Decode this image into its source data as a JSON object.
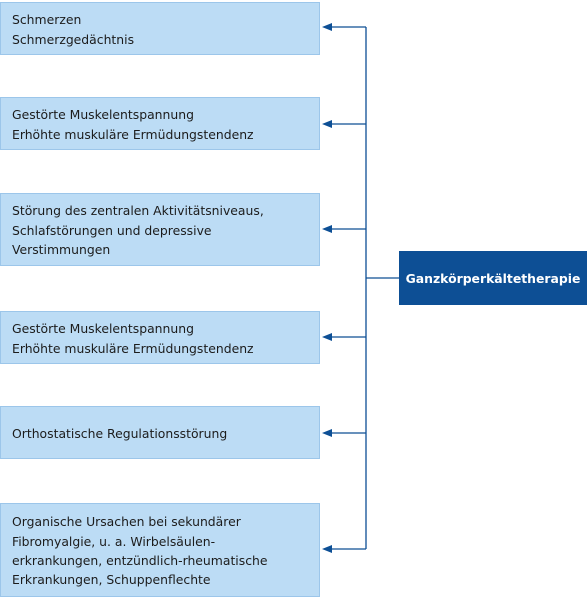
{
  "diagram": {
    "center": {
      "label": "Ganzkörperkältetherapie"
    },
    "nodes": [
      {
        "label": "Schmerzen\nSchmerzgedächtnis"
      },
      {
        "label": "Gestörte Muskelentspannung\nErhöhte muskuläre Ermüdungstendenz"
      },
      {
        "label": "Störung des zentralen Aktivitätsniveaus,\nSchlafstörungen und depressive\nVerstimmungen"
      },
      {
        "label": "Gestörte Muskelentspannung\nErhöhte muskuläre Ermüdungstendenz"
      },
      {
        "label": "Orthostatische Regulationsstörung"
      },
      {
        "label": "Organische Ursachen bei sekundärer\nFibromyalgie, u. a. Wirbelsäulen-\nerkrankungen, entzündlich-rheumatische\nErkrankungen, Schuppenflechte"
      }
    ]
  },
  "colors": {
    "node_fill": "#bcdcf5",
    "center_fill": "#0d4f95",
    "connector": "#0d4f95"
  }
}
